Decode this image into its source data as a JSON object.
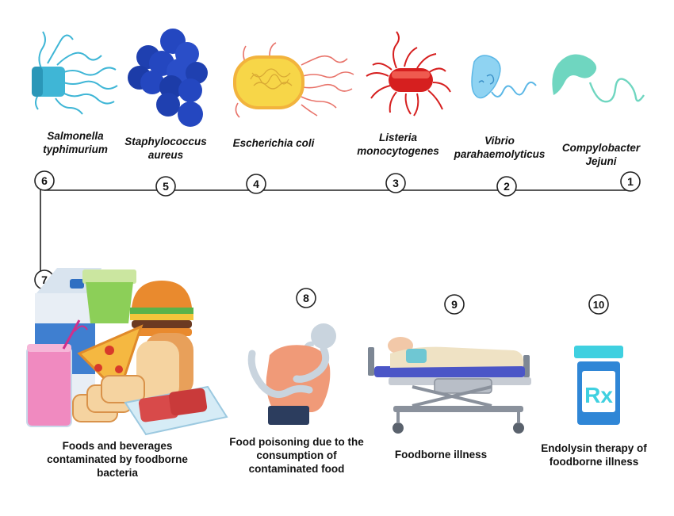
{
  "bacteria": [
    {
      "id": "salmonella",
      "label": "Salmonella\ntyphimurium",
      "step": "6"
    },
    {
      "id": "staphylococcus",
      "label": "Staphylococcus\naureus",
      "step": "5"
    },
    {
      "id": "ecoli",
      "label": "Escherichia coli",
      "step": "4"
    },
    {
      "id": "listeria",
      "label": "Listeria\nmonocytogenes",
      "step": "3"
    },
    {
      "id": "vibrio",
      "label": "Vibrio\nparahaemolyticus",
      "step": "2"
    },
    {
      "id": "campylobacter",
      "label": "Compylobacter\nJejuni",
      "step": "1"
    }
  ],
  "stages": [
    {
      "id": "foods",
      "step": "7",
      "label": "Foods and beverages\ncontaminated by foodborne\nbacteria"
    },
    {
      "id": "poisoning",
      "step": "8",
      "label": "Food poisoning due to the\nconsumption of\ncontaminated food"
    },
    {
      "id": "illness",
      "step": "9",
      "label": "Foodborne illness"
    },
    {
      "id": "therapy",
      "step": "10",
      "label": "Endolysin therapy of\nfoodborne illness"
    }
  ],
  "rx_text": "Rx",
  "colors": {
    "salmonella": "#3fb6d6",
    "staphylococcus": "#1f45b8",
    "ecoli": "#f7d648",
    "listeria": "#d61f1f",
    "vibrio": "#8fd3f2",
    "campylobacter": "#6fd6c0",
    "line": "#222222"
  }
}
